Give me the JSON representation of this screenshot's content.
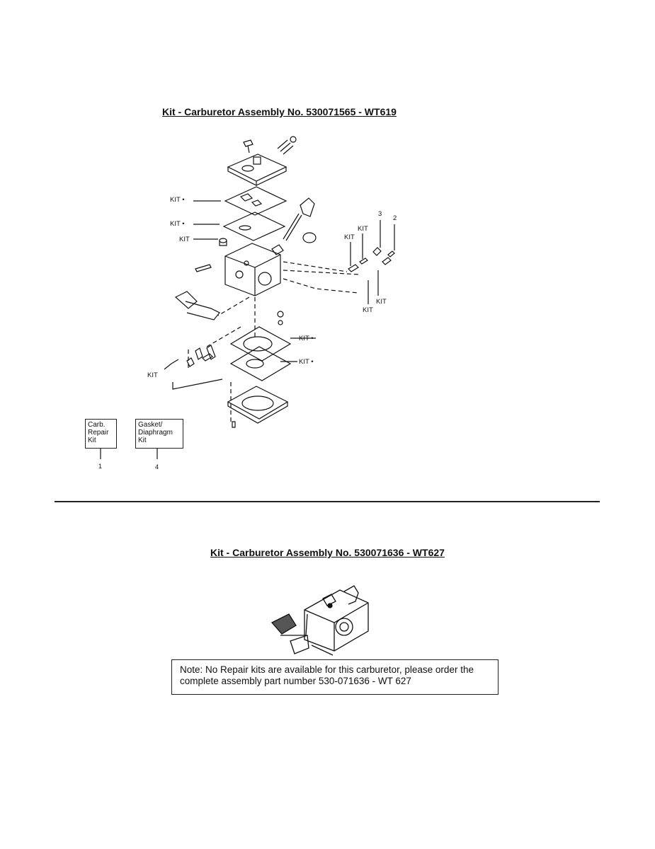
{
  "section1": {
    "title": "Kit - Carburetor Assembly No. 530071565 - WT619",
    "labels": {
      "kit_gasket_upper": "KIT •",
      "kit_gasket_lower": "KIT •",
      "kit_plain_left": "KIT",
      "kit_needle_a": "KIT",
      "kit_needle_b": "KIT",
      "kit_needle_c": "KIT",
      "kit_needle_d": "KIT",
      "kit_diaphragm_upper": "KIT •",
      "kit_diaphragm_lower": "KIT •",
      "kit_bottom_left": "KIT",
      "callout_3": "3",
      "callout_2": "2"
    },
    "kits": [
      {
        "line1": "Carb.",
        "line2": "Repair",
        "line3": "Kit",
        "number": "1"
      },
      {
        "line1": "Gasket/",
        "line2": "Diaphragm",
        "line3": "Kit",
        "number": "4"
      }
    ]
  },
  "section2": {
    "title": "Kit - Carburetor Assembly No. 530071636 - WT627",
    "note_line1": "Note: No Repair kits are available for this carburetor, please order the",
    "note_line2": "complete assembly part number 530-071636 - WT 627"
  }
}
